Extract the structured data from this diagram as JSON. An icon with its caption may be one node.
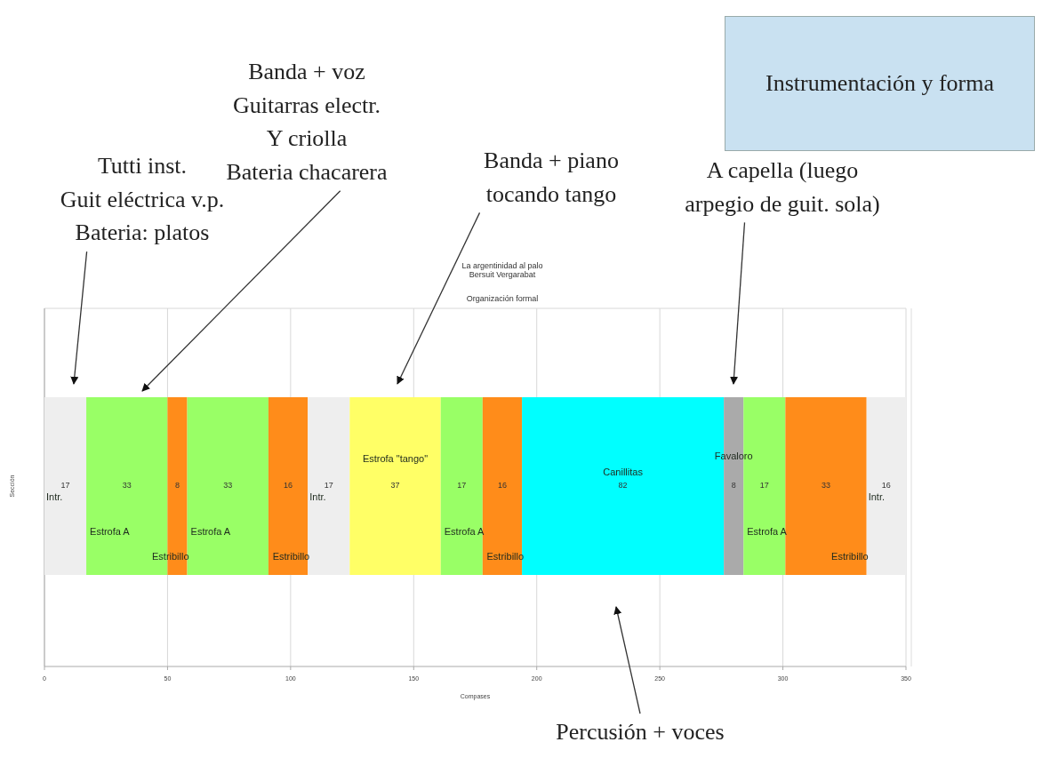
{
  "diagram": {
    "nodes": [
      {
        "text": [
          "Instrumentación y forma"
        ]
      },
      {
        "text": [
          "Tutti inst.",
          "Guit eléctrica v.p.",
          "Bateria: platos"
        ]
      },
      {
        "text": [
          "Banda + voz",
          "Guitarras electr.",
          "Y criolla",
          "Bateria chacarera"
        ]
      },
      {
        "text": [
          "Banda + piano tocando tango"
        ]
      },
      {
        "text": [
          "A capella (luego arpegio de guit. sola)"
        ]
      },
      {
        "text": [
          "Percusión + voces"
        ]
      }
    ],
    "edges": [
      {
        "from": 1,
        "to": null,
        "arrow": "to"
      },
      {
        "from": 2,
        "to": null,
        "arrow": "to"
      },
      {
        "from": 3,
        "to": null,
        "arrow": "to"
      },
      {
        "from": 4,
        "to": null,
        "arrow": "to"
      },
      {
        "from": 5,
        "to": null,
        "arrow": "to"
      }
    ],
    "labels": [
      "Organización formal"
    ],
    "chart_data": {
      "type": "bar",
      "orientation": "horizontal",
      "stacked": true,
      "title": "La argentinidad al palo Bersuit Vergarabat",
      "xlabel": "Compases",
      "ylabel": "Sección",
      "categories": [
        null
      ],
      "xlim": [
        0,
        350
      ],
      "xticks": [
        0,
        50,
        100,
        150,
        200,
        250,
        300,
        350
      ],
      "data_labels": true,
      "grid": true,
      "series": [
        {
          "name": "Intr.",
          "color": "#eeeeee",
          "values": [
            17
          ]
        },
        {
          "name": "Estrofa A",
          "color": "#99ff66",
          "values": [
            33
          ]
        },
        {
          "name": "Estribillo",
          "color": "#ff8c1a",
          "values": [
            8
          ]
        },
        {
          "name": "Estrofa A",
          "color": "#99ff66",
          "values": [
            33
          ]
        },
        {
          "name": "Estribillo",
          "color": "#ff8c1a",
          "values": [
            16
          ]
        },
        {
          "name": "Intr.",
          "color": "#eeeeee",
          "values": [
            17
          ]
        },
        {
          "name": "Estrofa \"tango\"",
          "color": "#ffff66",
          "values": [
            37
          ]
        },
        {
          "name": "Estrofa A",
          "color": "#99ff66",
          "values": [
            17
          ]
        },
        {
          "name": "Estribillo",
          "color": "#ff8c1a",
          "values": [
            16
          ]
        },
        {
          "name": "Canillitas",
          "color": "#00ffff",
          "values": [
            82
          ]
        },
        {
          "name": "Favaloro",
          "color": "#aaaaaa",
          "values": [
            8
          ]
        },
        {
          "name": "Estrofa A",
          "color": "#99ff66",
          "values": [
            17
          ]
        },
        {
          "name": "Estribillo",
          "color": "#ff8c1a",
          "values": [
            33
          ]
        },
        {
          "name": "Intr.",
          "color": "#eeeeee",
          "values": [
            16
          ]
        }
      ]
    }
  }
}
